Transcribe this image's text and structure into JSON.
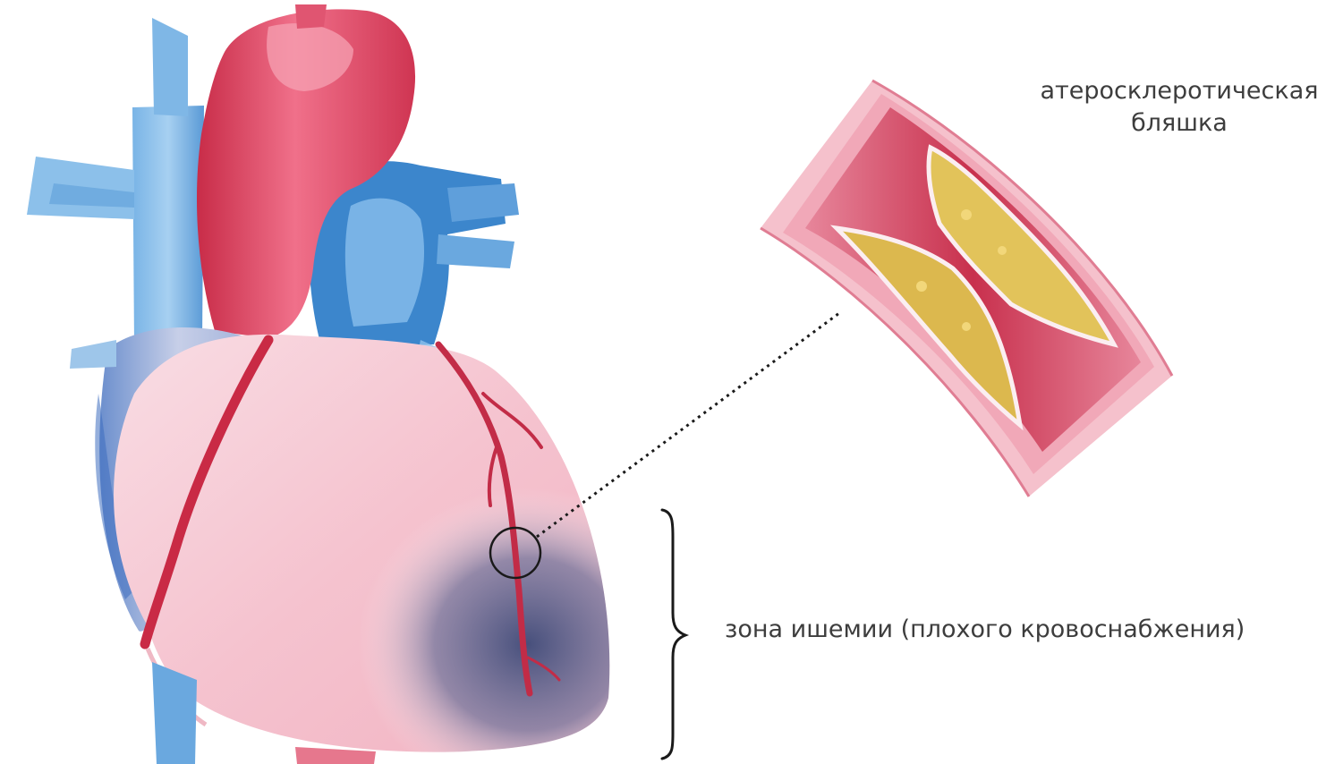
{
  "labels": {
    "plaque_line1": "атеросклеротическая",
    "plaque_line2": "бляшка",
    "ischemia_zone": "зона ишемии (плохого кровоснабжения)"
  },
  "colors": {
    "aorta": "#d9425a",
    "vein": "#4a8fd0",
    "myocardium": "#f6c6d2",
    "ischemia": "#3e4a78",
    "plaque": "#e2c35a",
    "vessel_wall": "#e98fa2"
  }
}
